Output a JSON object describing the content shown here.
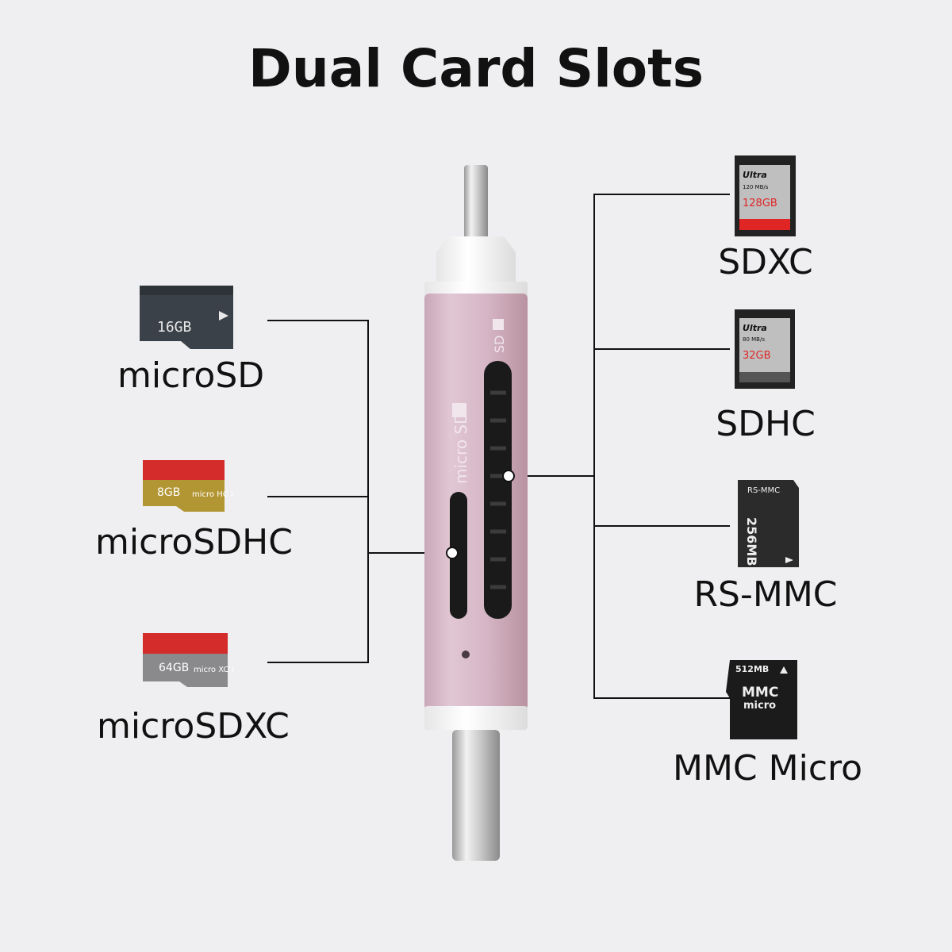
{
  "title": "Dual Card Slots",
  "left_cards": [
    {
      "label": "microSD",
      "capacity": "16GB"
    },
    {
      "label": "microSDHC",
      "capacity": "8GB"
    },
    {
      "label": "microSDXC",
      "capacity": "64GB"
    }
  ],
  "right_cards": [
    {
      "label": "SDXC",
      "brand": "Ultra",
      "speed": "120 MB/s",
      "capacity": "128GB"
    },
    {
      "label": "SDHC",
      "brand": "Ultra",
      "speed": "80 MB/s",
      "capacity": "32GB"
    },
    {
      "label": "RS-MMC",
      "header": "RS-MMC",
      "capacity": "256MB"
    },
    {
      "label": "MMC Micro",
      "capacity": "512MB",
      "logo_top": "MMC",
      "logo_bottom": "micro"
    }
  ],
  "reader": {
    "sd_marking": "SD",
    "microsd_marking": "micro SD",
    "color": "#d8b9c8"
  }
}
